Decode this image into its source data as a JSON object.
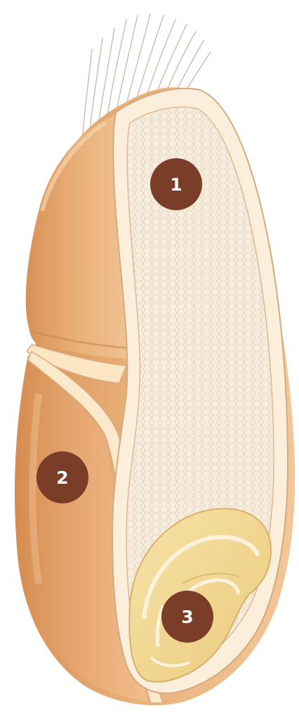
{
  "labels": {
    "part1": "1",
    "part2": "2",
    "part3": "3"
  },
  "colors": {
    "badge": "#7a3d27",
    "badge_text": "#ffffff",
    "husk": "#e3a56b",
    "husk_shadow": "#c8874d",
    "husk_highlight": "#f5cba0",
    "endosperm": "#f5ebdc",
    "endosperm_cell": "#ead9c1",
    "layer_cream": "#fbeedd",
    "layer_outline": "#d9b28a",
    "embryo": "#f0d590",
    "embryo_dark": "#e2bf6b",
    "hairs": "#c7b8a8"
  }
}
